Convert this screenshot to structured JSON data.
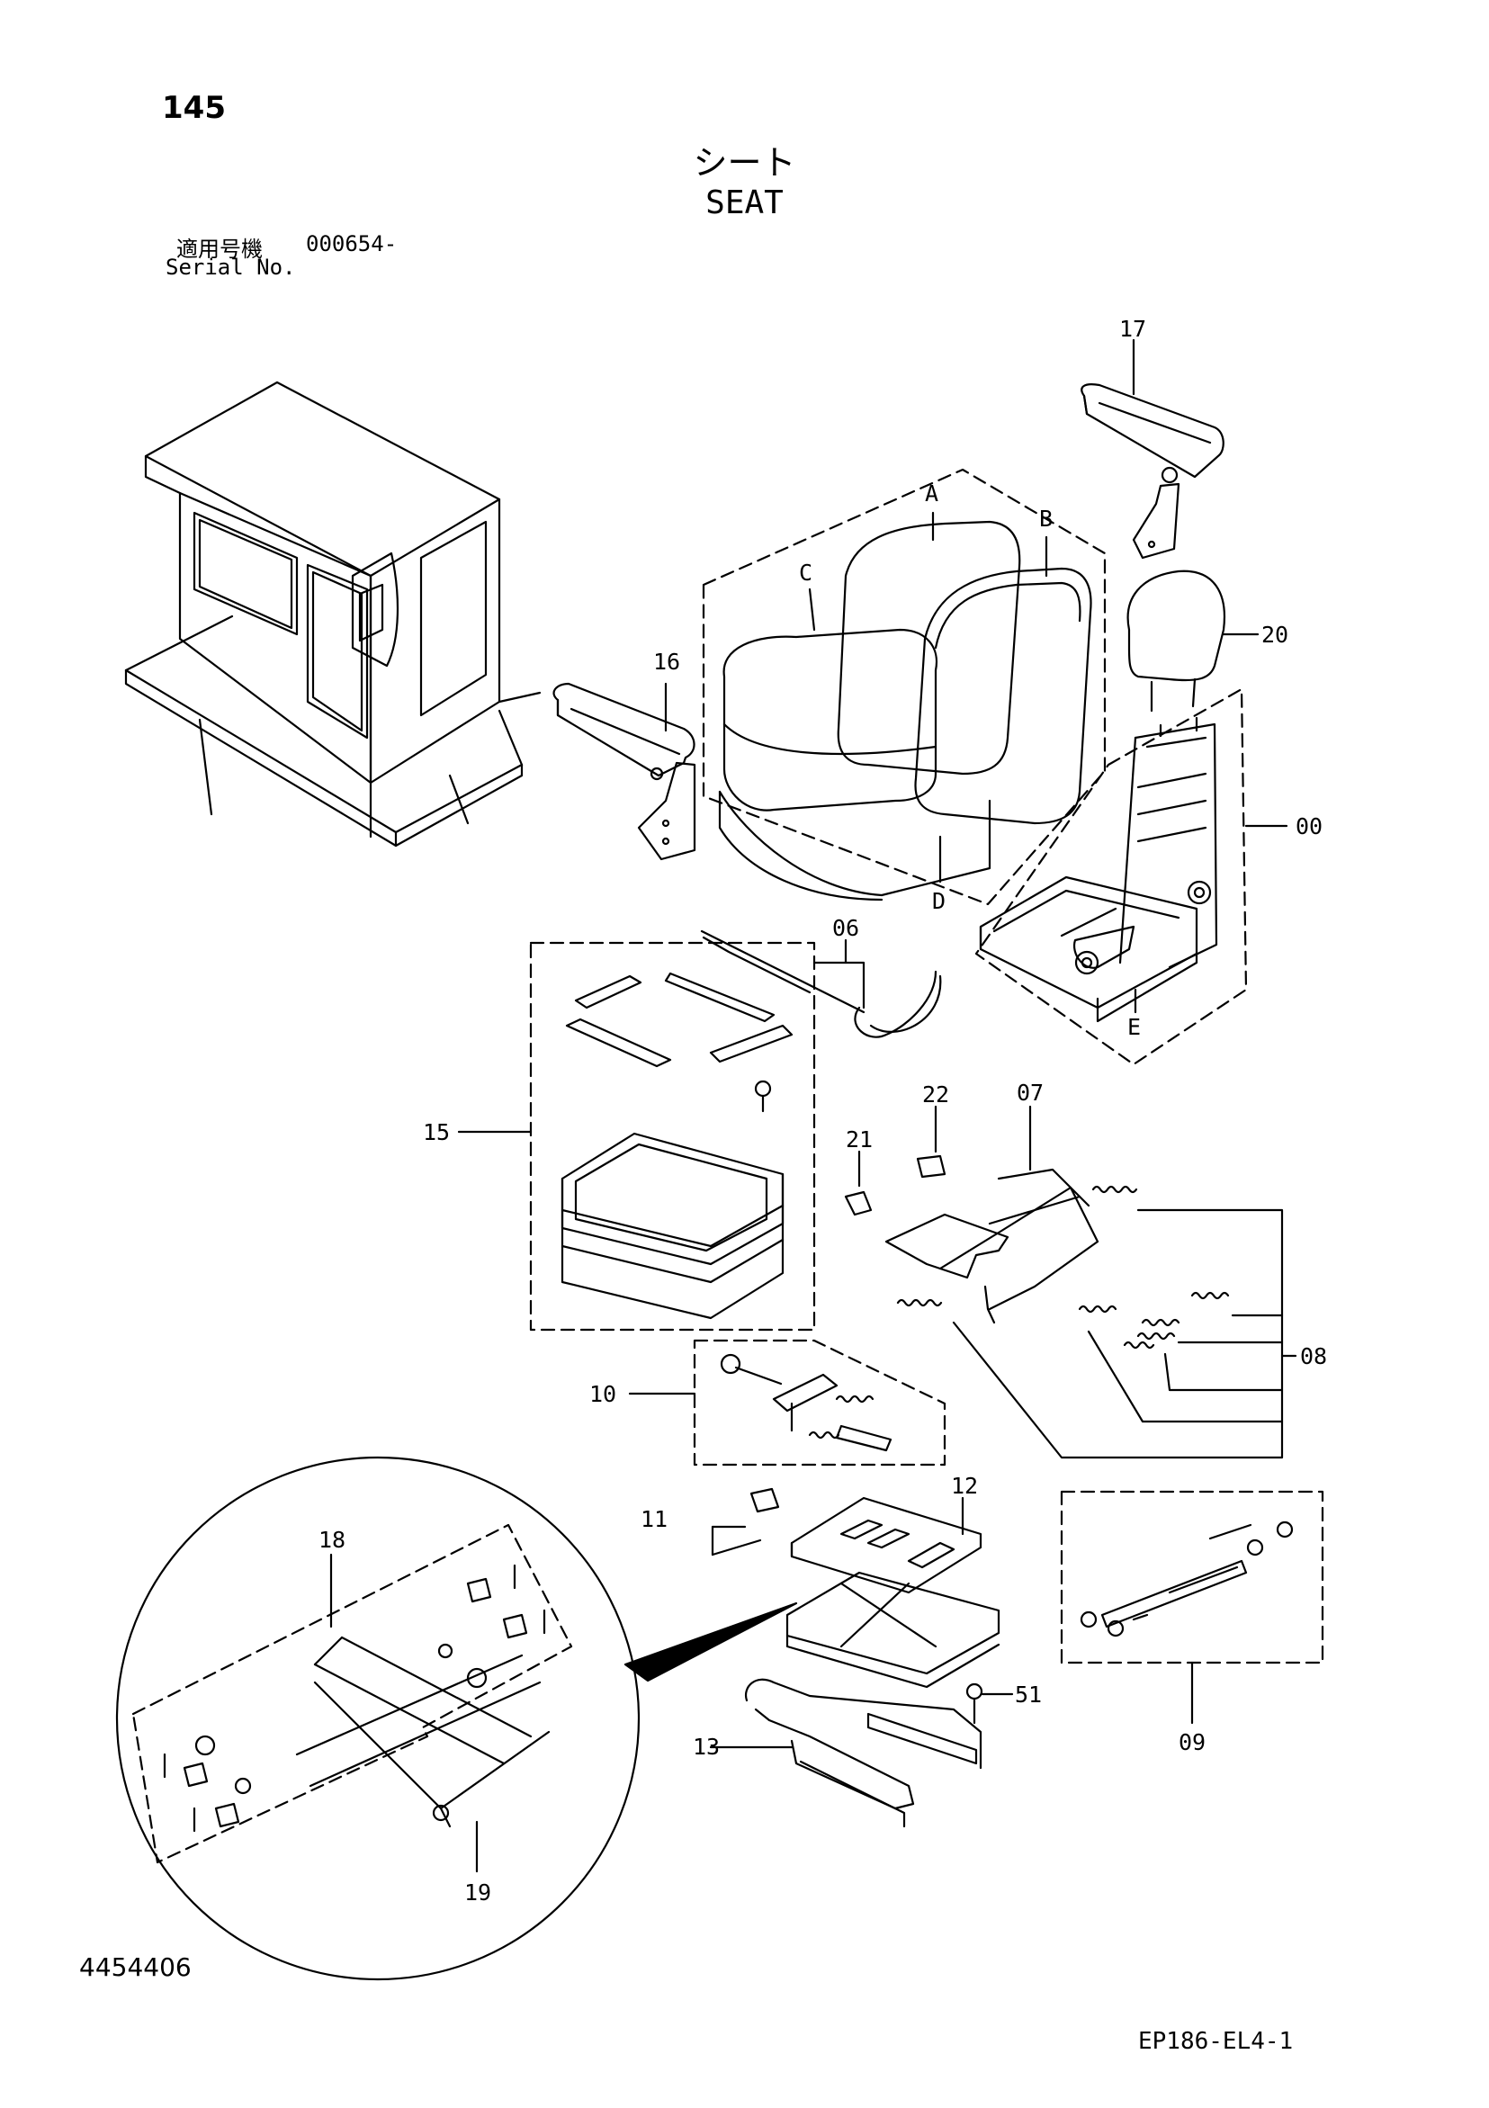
{
  "header": {
    "page_number": "145",
    "title_ja": "シート",
    "title_en": "SEAT",
    "serial_label_ja": "適用号機",
    "serial_value": "000654-",
    "serial_label_en": "Serial No."
  },
  "callouts": {
    "c00": "00",
    "c06": "06",
    "c07": "07",
    "c08": "08",
    "c09": "09",
    "c10": "10",
    "c11": "11",
    "c12": "12",
    "c13": "13",
    "c15": "15",
    "c16": "16",
    "c17": "17",
    "c18": "18",
    "c19": "19",
    "c20": "20",
    "c21": "21",
    "c22": "22",
    "c51": "51",
    "cA": "A",
    "cB": "B",
    "cC": "C",
    "cD": "D",
    "cE": "E"
  },
  "footer": {
    "doc_number": "4454406",
    "figure_code": "EP186-EL4-1"
  }
}
